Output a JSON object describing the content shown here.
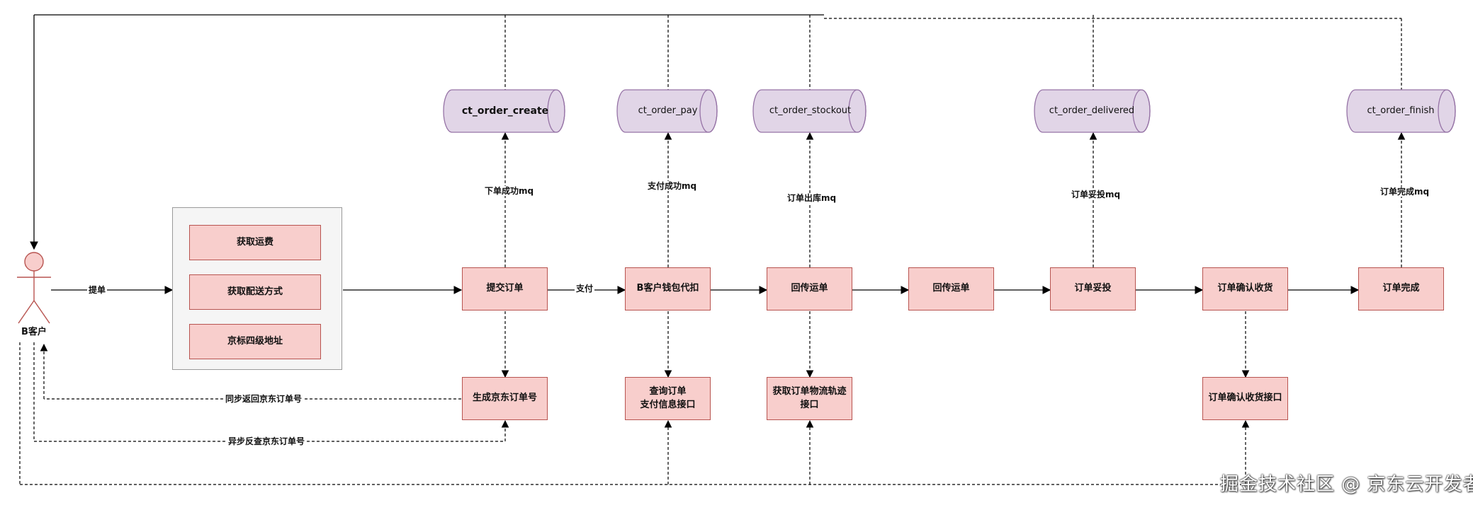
{
  "actor": {
    "name": "B客户",
    "color": "#f8cecc"
  },
  "group_items": [
    "获取运费",
    "获取配送方式",
    "京标四级地址"
  ],
  "main_flow": [
    {
      "id": "submit",
      "label": "提交订单"
    },
    {
      "id": "wallet",
      "label": "B客户钱包代扣"
    },
    {
      "id": "return1",
      "label": "回传运单"
    },
    {
      "id": "return2",
      "label": "回传运单"
    },
    {
      "id": "delivered",
      "label": "订单妥投"
    },
    {
      "id": "confirm",
      "label": "订单确认收货"
    },
    {
      "id": "finish",
      "label": "订单完成"
    }
  ],
  "support_boxes": [
    {
      "id": "gen_no",
      "label": "生成京东订单号"
    },
    {
      "id": "query_pay",
      "label": "查询订单\n支付信息接口"
    },
    {
      "id": "track",
      "label": "获取订单物流轨迹\n接口"
    },
    {
      "id": "confirm_api",
      "label": "订单确认收货接口"
    }
  ],
  "queues": [
    {
      "id": "q_create",
      "label": "ct_order_create",
      "mq": "下单成功mq"
    },
    {
      "id": "q_pay",
      "label": "ct_order_pay",
      "mq": "支付成功mq"
    },
    {
      "id": "q_stockout",
      "label": "ct_order_stockout",
      "mq": "订单出库mq"
    },
    {
      "id": "q_delivered",
      "label": "ct_order_delivered",
      "mq": "订单妥投mq"
    },
    {
      "id": "q_finish",
      "label": "ct_order_finish",
      "mq": "订单完成mq"
    }
  ],
  "edge_labels": {
    "submit_order": "提单",
    "pay": "支付",
    "sync_return": "同步返回京东订单号",
    "async_query": "异步反查京东订单号"
  },
  "colors": {
    "box_fill": "#f8cecc",
    "box_stroke": "#b85450",
    "queue_fill": "#e1d5e7",
    "queue_stroke": "#9673a6"
  },
  "watermark": "掘金技术社区 @ 京东云开发者"
}
